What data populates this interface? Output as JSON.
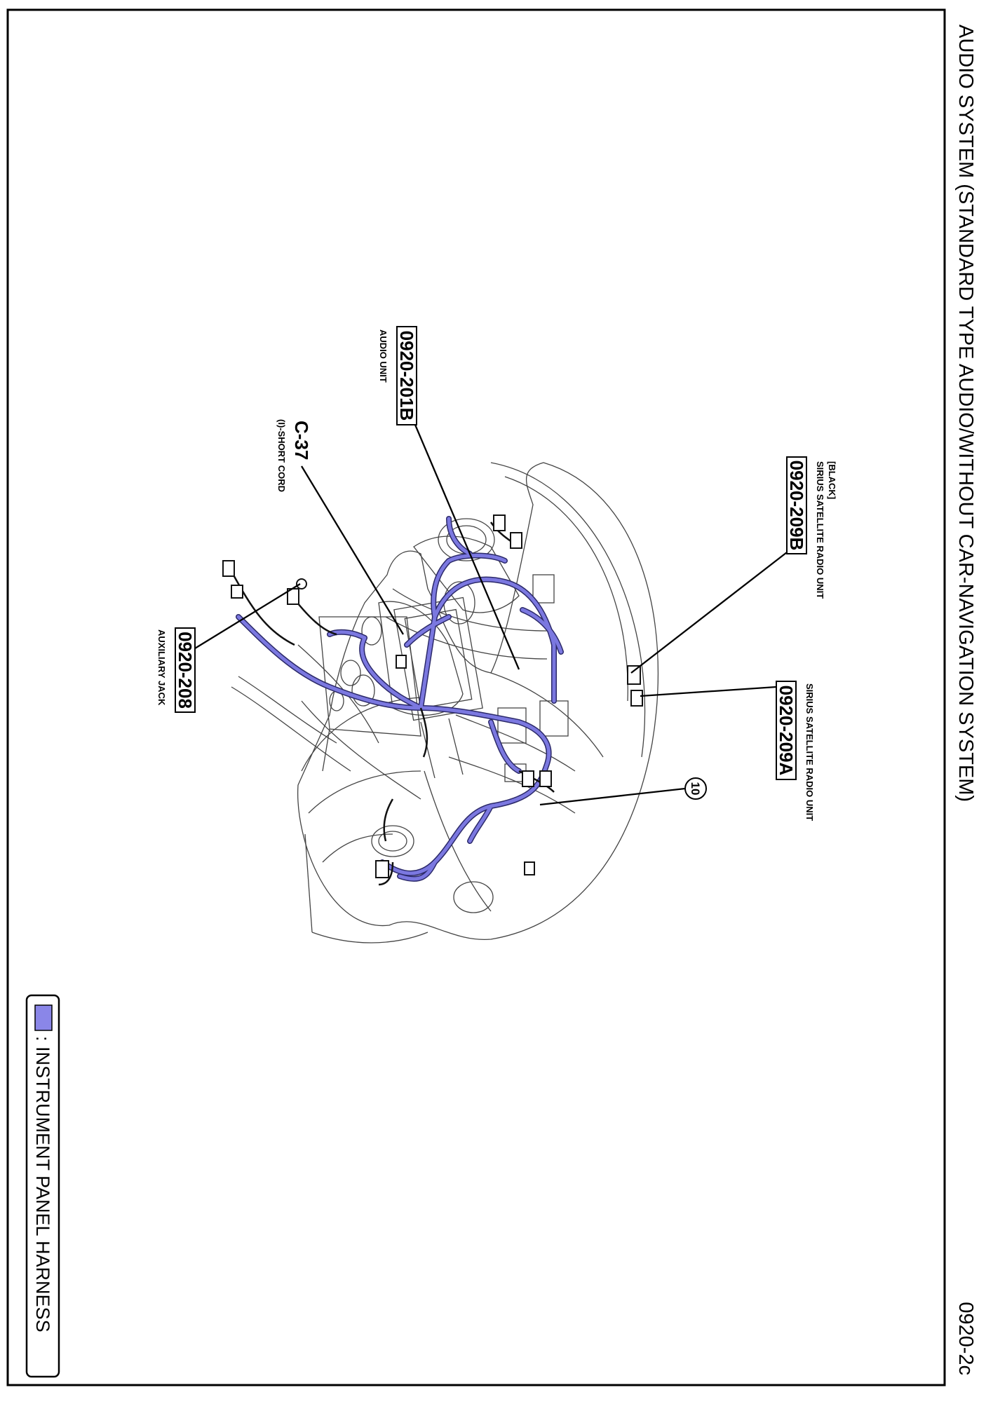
{
  "diagram": {
    "title": "AUDIO SYSTEM (STANDARD TYPE AUDIO/WITHOUT CAR-NAVIGATION SYSTEM)",
    "page_number": "0920-2c",
    "connectors": [
      {
        "code": "0920-201B",
        "description": "AUDIO UNIT"
      },
      {
        "code": "C-37",
        "description": "(I)-SHORT CORD"
      },
      {
        "code": "0920-208",
        "description": "AUXILIARY JACK"
      },
      {
        "code": "0920-209B",
        "description": "SIRIUS SATELLITE RADIO UNIT",
        "note": "[BLACK]"
      },
      {
        "code": "0920-209A",
        "description": "SIRIUS SATELLITE RADIO UNIT"
      }
    ],
    "ground_point": "10",
    "legend": {
      "label": ": INSTRUMENT PANEL HARNESS",
      "color": "#8a86e8"
    },
    "harness_color": "#7b78e0"
  }
}
